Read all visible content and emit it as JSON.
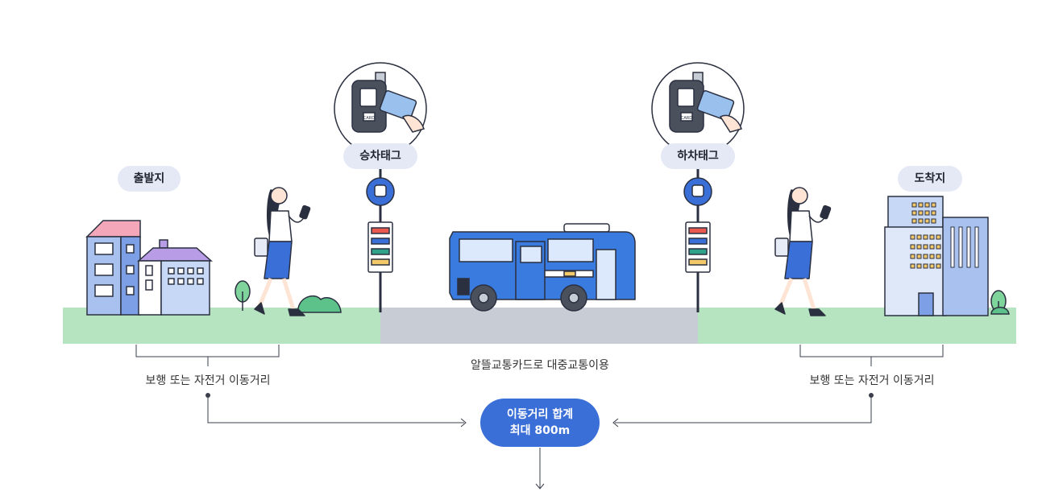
{
  "labels": {
    "origin": "출발지",
    "board_tag": "승차태그",
    "alight_tag": "하차태그",
    "destination": "도착지",
    "walk_left": "보행 또는 자전거 이동거리",
    "transit": "알뜰교통카드로 대중교통이용",
    "walk_right": "보행 또는 자전거 이동거리",
    "total_line1": "이동거리 합계",
    "total_line2": "최대 800m"
  },
  "card_reader_text": "CARD",
  "colors": {
    "ground_green": "#b7e4c0",
    "road_gray": "#c8ccd4",
    "bus_blue": "#3a7be0",
    "accent_blue": "#3a6fd8",
    "pill_bg": "#e4e9f5"
  },
  "icons": [
    "house-icon",
    "building-icon",
    "walking-woman-icon",
    "bus-stop-sign-icon",
    "bus-icon",
    "card-reader-icon",
    "tree-icon",
    "bush-icon",
    "arrow-icon"
  ]
}
